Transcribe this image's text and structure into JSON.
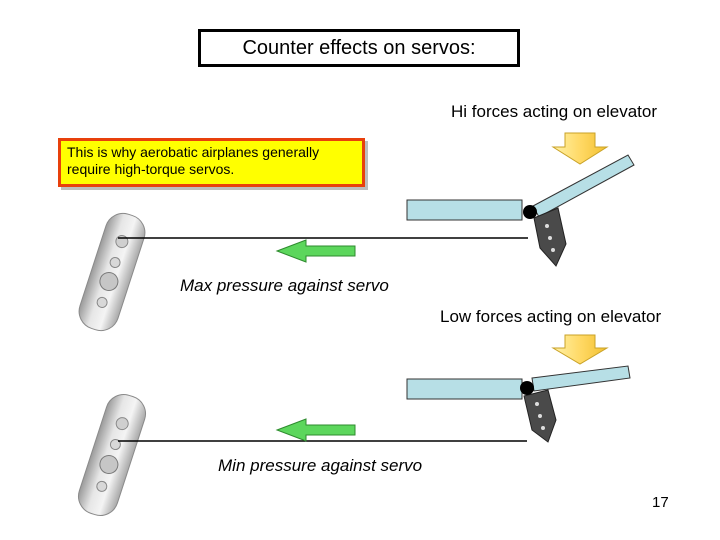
{
  "title": "Counter effects on servos:",
  "note": "This is why aerobatic airplanes generally require high-torque servos.",
  "top_diagram": {
    "force_label": "Hi forces acting on elevator",
    "pressure_emphasis": "Max",
    "pressure_text": " pressure against servo"
  },
  "bottom_diagram": {
    "force_label": "Low forces acting on elevator",
    "pressure_emphasis": "Min",
    "pressure_text": " pressure against servo"
  },
  "page_number": "17",
  "colors": {
    "note_fill": "#ffff00",
    "note_border": "#e8400c",
    "stabilizer_fill": "#b7dfe6",
    "arrow_green": "#5cd65c",
    "force_arrow": "#ffd966"
  }
}
